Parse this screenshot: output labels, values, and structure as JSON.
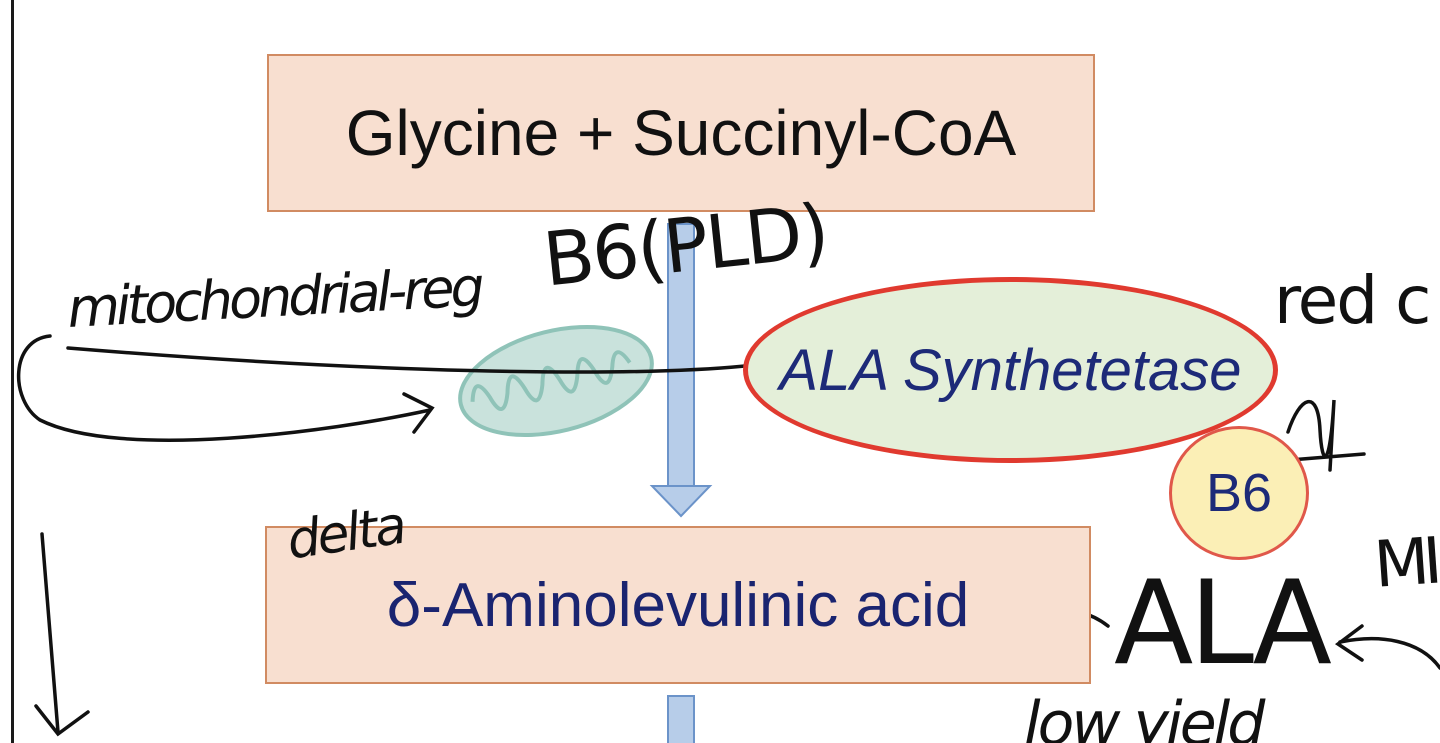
{
  "boxes": {
    "reactants": "Glycine + Succinyl-CoA",
    "product": "δ-Aminolevulinic acid"
  },
  "enzyme": {
    "label": "ALA Synthetetase"
  },
  "cofactor": {
    "label": "B6"
  },
  "handwriting": {
    "b6_pld": "B6(PLD)",
    "mitochondria_note": "mitochondrial-reg",
    "red_c": "red c",
    "delta": "delta",
    "ala": "ALA",
    "mi": "MI",
    "low_yield": "low yield"
  },
  "colors": {
    "box_fill": "#f8dfd0",
    "box_border": "#d18b62",
    "enzyme_fill": "#e4efd9",
    "enzyme_border": "#e03a2f",
    "cofactor_fill": "#fbefb6",
    "arrow_fill": "#b7cde9",
    "arrow_stroke": "#6b93c9",
    "mitochondrion": "#8fc3b8"
  }
}
